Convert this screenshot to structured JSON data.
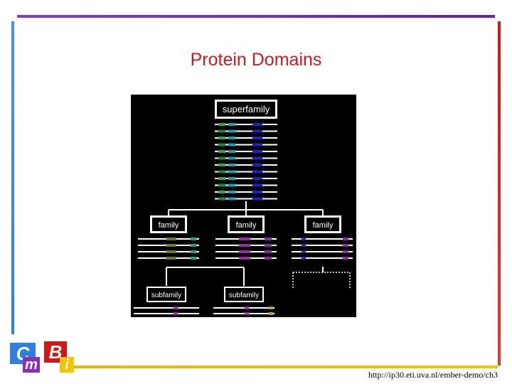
{
  "slide": {
    "title": "Protein Domains",
    "url": "http://ip30.eti.uva.nl/ember-demo/ch3"
  },
  "diagram": {
    "root": {
      "label": "superfamily"
    },
    "families": [
      {
        "label": "family"
      },
      {
        "label": "family"
      },
      {
        "label": "family"
      }
    ],
    "subfamilies": [
      {
        "label": "subfamily"
      },
      {
        "label": "subfamily"
      }
    ]
  },
  "logo": {
    "tiles": [
      {
        "letter": "C",
        "color": "#2f7fe0"
      },
      {
        "letter": "m",
        "color": "#8a2fb8"
      },
      {
        "letter": "B",
        "color": "#d01818"
      },
      {
        "letter": "i",
        "color": "#f3c400"
      }
    ]
  },
  "colors": {
    "title": "#cc1a1a",
    "accent_top": "#6a1fb0",
    "accent_left": "#2f7fe0",
    "accent_right": "#d01818",
    "accent_bottom": "#f3c400"
  }
}
